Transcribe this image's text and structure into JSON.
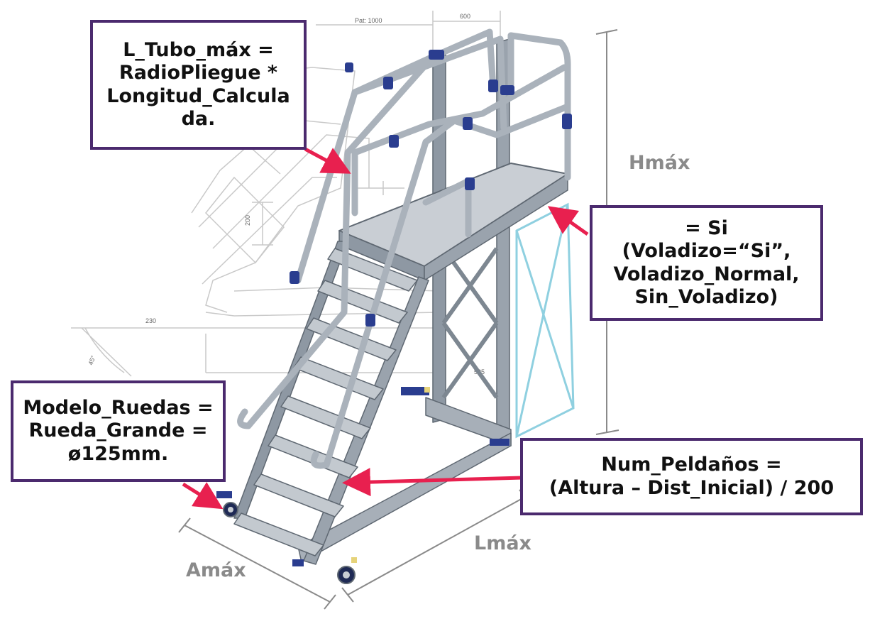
{
  "colors": {
    "frame": "#4b2a6e",
    "arrow": "#e8204f",
    "dimension": "#8a8a8a",
    "steel": "#9aa3ad",
    "clamp": "#2a3d8f",
    "cantilever": "#8fd0e0"
  },
  "callouts": {
    "tube_length": "L_Tubo_máx =\nRadioPliegue *\nLongitud_Calcula\nda.",
    "cantilever": "= Si (Voladizo=“Si”,\nVoladizo_Normal,\nSin_Voladizo)",
    "wheels": "Modelo_Ruedas =\nRueda_Grande =\nø125mm.",
    "steps": "Num_Peldaños =\n(Altura – Dist_Inicial) / 200"
  },
  "dimensions": {
    "height": "Hmáx",
    "length": "Lmáx",
    "width": "Amáx"
  },
  "drawing_labels": {
    "top_left": "Pat: 1000",
    "top_right": "600",
    "step_pitch": "200",
    "offset": "230",
    "angle": "45°",
    "depth": "535"
  },
  "icons": [
    "arrow-icon",
    "wheel-icon",
    "clamp-icon"
  ]
}
